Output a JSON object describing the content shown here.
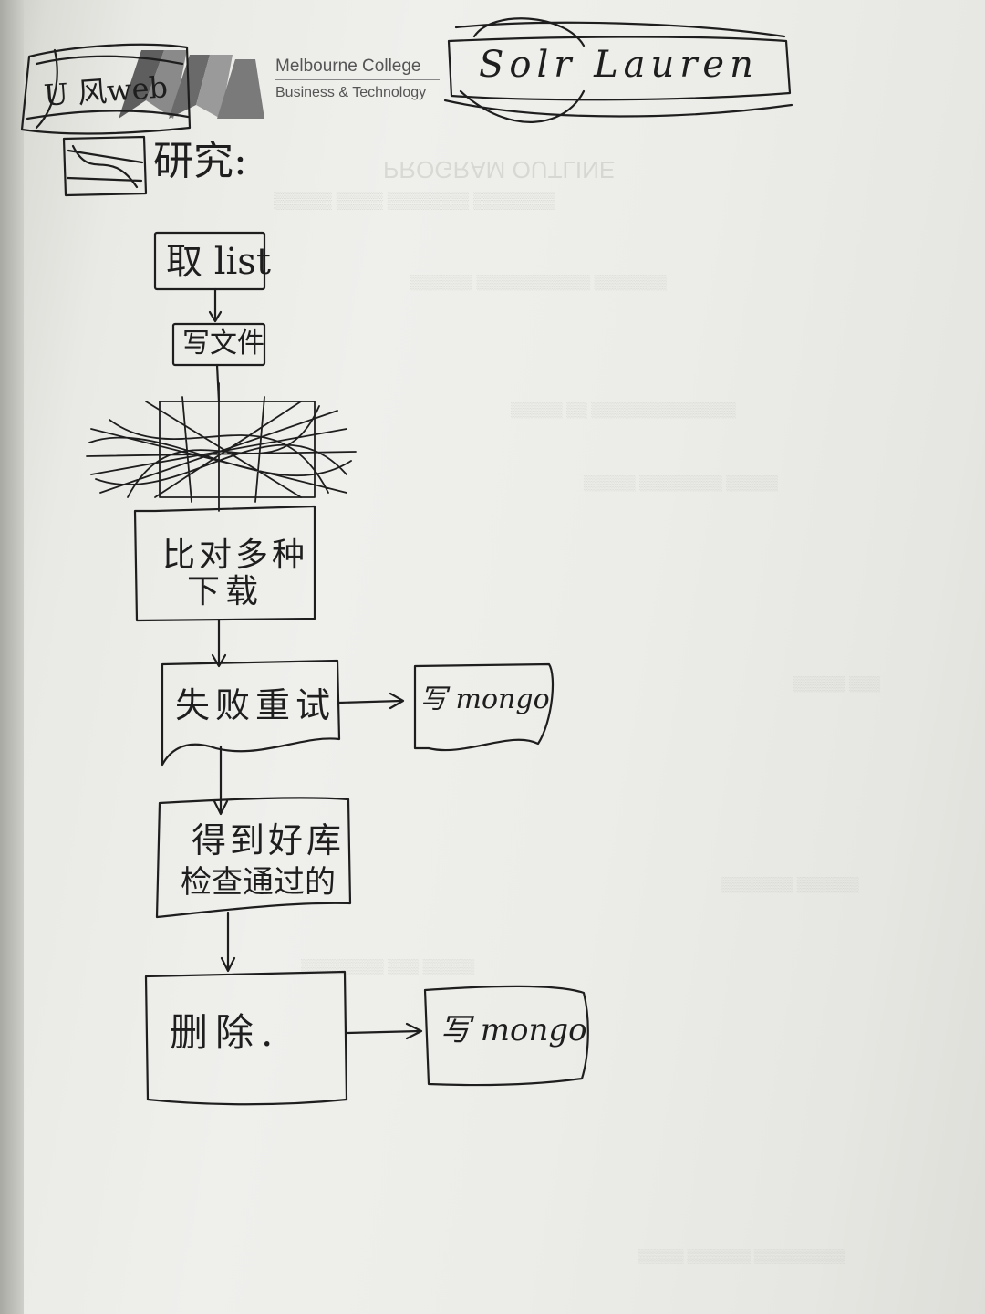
{
  "logo": {
    "name": "Melbourne College",
    "sub": "Business & Technology"
  },
  "header": {
    "left_note": "U 风web",
    "right_note": "Solr Lauren",
    "heading": "研究:"
  },
  "flow": {
    "step1": "取 list",
    "step2": "写文件",
    "step3_line1": "比对多种",
    "step3_line2": "下载",
    "step4": "失败重试",
    "step4_side": "写 mongo",
    "step5_line1": "得到好库",
    "step5_line2": "检查通过的",
    "step6": "删除.",
    "step6_side": "写 mongo"
  },
  "colors": {
    "ink": "#1e1e1e",
    "paper": "#ecece8",
    "logo_gray": "#6f6f6f"
  }
}
